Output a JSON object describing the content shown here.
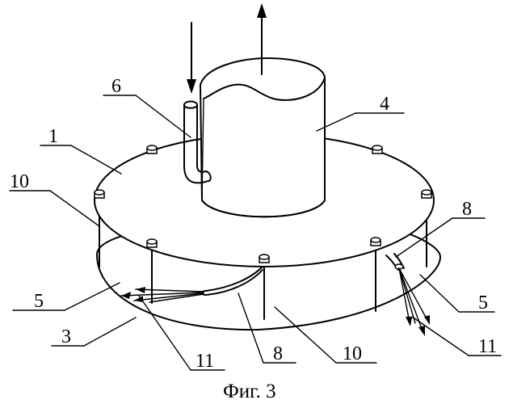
{
  "caption": "Фиг. 3",
  "labels": {
    "l1": "1",
    "l3": "3",
    "l4": "4",
    "l5a": "5",
    "l5b": "5",
    "l6": "6",
    "l8a": "8",
    "l8b": "8",
    "l10a": "10",
    "l10b": "10",
    "l11a": "11",
    "l11b": "11"
  },
  "colors": {
    "ink": "#000000",
    "paper": "#ffffff"
  }
}
